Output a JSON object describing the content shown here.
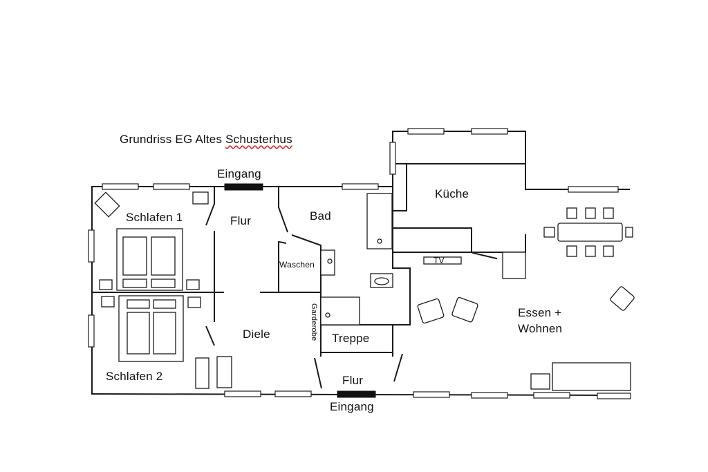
{
  "title_prefix": "Grundriss EG Altes ",
  "title_suffix": "Schusterhus",
  "rooms": {
    "schlafen1": "Schlafen 1",
    "schlafen2": "Schlafen 2",
    "flur_top": "Flur",
    "flur_bottom": "Flur",
    "bad": "Bad",
    "waschen": "Waschen",
    "garderobe": "Garderobe",
    "diele": "Diele",
    "treppe": "Treppe",
    "kueche": "Küche",
    "tv": "TV",
    "essen_line1": "Essen +",
    "essen_line2": "Wohnen"
  },
  "entrances": {
    "top": "Eingang",
    "bottom": "Eingang"
  }
}
